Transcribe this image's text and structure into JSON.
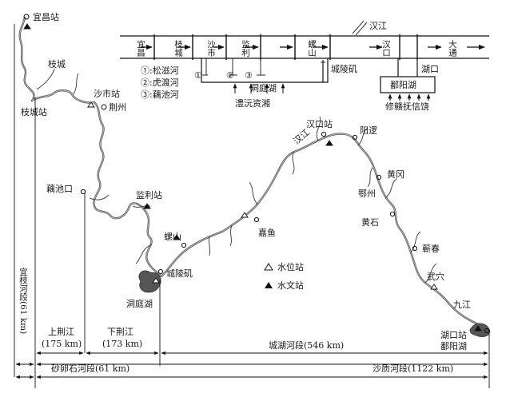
{
  "schematic": {
    "nodes": [
      "宜昌",
      "枝城",
      "沙市",
      "监利",
      "螺山",
      "汉口",
      "大通"
    ],
    "river_label": "汉江",
    "outlets": [
      "①",
      "②",
      "③"
    ],
    "dongting_label": "洞庭湖",
    "chenglingji_label": "城陵矶",
    "lishui_label": "澧沅资湘",
    "hukou_label": "湖口",
    "poyang_label": "鄱阳湖",
    "poyang_rivers": "修赣抚信饶",
    "legend_outlets": [
      "①:松滋河",
      "②:虎渡河",
      "③:藕池河"
    ]
  },
  "map": {
    "places": [
      {
        "name": "宜昌站",
        "kind": "hydro"
      },
      {
        "name": "枝城",
        "kind": "place"
      },
      {
        "name": "枝城站",
        "kind": "place"
      },
      {
        "name": "沙市站",
        "kind": "level"
      },
      {
        "name": "荆州",
        "kind": "place"
      },
      {
        "name": "藕池口",
        "kind": "place"
      },
      {
        "name": "监利站",
        "kind": "hydro"
      },
      {
        "name": "螺山",
        "kind": "hydro"
      },
      {
        "name": "城陵矶",
        "kind": "place"
      },
      {
        "name": "洞庭湖",
        "kind": "place"
      },
      {
        "name": "嘉鱼",
        "kind": "place"
      },
      {
        "name": "汉口站",
        "kind": "hydro"
      },
      {
        "name": "汉江",
        "kind": "place"
      },
      {
        "name": "阳逻",
        "kind": "place"
      },
      {
        "name": "黄冈",
        "kind": "place"
      },
      {
        "name": "鄂州",
        "kind": "place"
      },
      {
        "name": "黄石",
        "kind": "place"
      },
      {
        "name": "蕲春",
        "kind": "place"
      },
      {
        "name": "武穴",
        "kind": "level"
      },
      {
        "name": "九江",
        "kind": "place"
      },
      {
        "name": "湖口站",
        "kind": "hydro"
      },
      {
        "name": "鄱阳湖",
        "kind": "place"
      }
    ]
  },
  "legend": {
    "level_station": "水位站",
    "hydro_station": "水文站"
  },
  "segments": {
    "yizhi": "宜枝河段(61 km)",
    "upper_jingjiang_1": "上荆江",
    "upper_jingjiang_2": "(175 km)",
    "lower_jingjiang_1": "下荆江",
    "lower_jingjiang_2": "(173 km)",
    "chenghan": "城湖河段(546 km)",
    "gravel": "砂卵石河段(61 km)",
    "sandy": "沙质河段(1122 km)"
  }
}
